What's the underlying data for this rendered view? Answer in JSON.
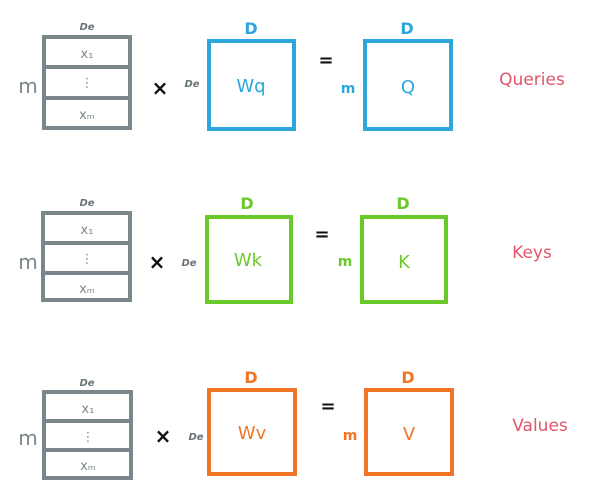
{
  "colors": {
    "input_matrix": "#7b868a",
    "label_gray": "#6b7478",
    "operator": "#111111",
    "row_label": "#e0566a",
    "query": "#2ca6dc",
    "key": "#6cc92c",
    "value": "#f07524"
  },
  "rows": [
    {
      "input": {
        "width_label": "De",
        "height_label": "m",
        "row1": "x₁",
        "row2": "⋮",
        "row3": "xₘ"
      },
      "times": "×",
      "weight": {
        "width_label": "D",
        "height_label": "De",
        "label": "Wq"
      },
      "equals": "=",
      "result": {
        "width_label": "D",
        "height_label": "m",
        "label": "Q"
      },
      "name": "Queries",
      "color_key": "query"
    },
    {
      "input": {
        "width_label": "De",
        "height_label": "m",
        "row1": "x₁",
        "row2": "⋮",
        "row3": "xₘ"
      },
      "times": "×",
      "weight": {
        "width_label": "D",
        "height_label": "De",
        "label": "Wk"
      },
      "equals": "=",
      "result": {
        "width_label": "D",
        "height_label": "m",
        "label": "K"
      },
      "name": "Keys",
      "color_key": "key"
    },
    {
      "input": {
        "width_label": "De",
        "height_label": "m",
        "row1": "x₁",
        "row2": "⋮",
        "row3": "xₘ"
      },
      "times": "×",
      "weight": {
        "width_label": "D",
        "height_label": "De",
        "label": "Wv"
      },
      "equals": "=",
      "result": {
        "width_label": "D",
        "height_label": "m",
        "label": "V"
      },
      "name": "Values",
      "color_key": "value"
    }
  ]
}
